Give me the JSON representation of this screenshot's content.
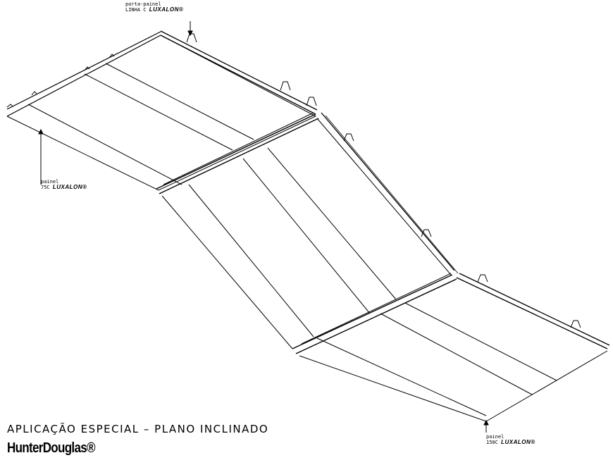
{
  "callouts": {
    "top": {
      "line1": "porta-painel",
      "line2": "LINHA C",
      "brand": "LUXALON®"
    },
    "left": {
      "line1": "painel",
      "line2": "75C",
      "brand": "LUXALON®"
    },
    "bottom": {
      "line1": "painel",
      "line2": "150C",
      "brand": "LUXALON®"
    }
  },
  "footer": {
    "title": "APLICAÇÃO ESPECIAL – PLANO INCLINADO",
    "logo": "HunterDouglas®"
  }
}
